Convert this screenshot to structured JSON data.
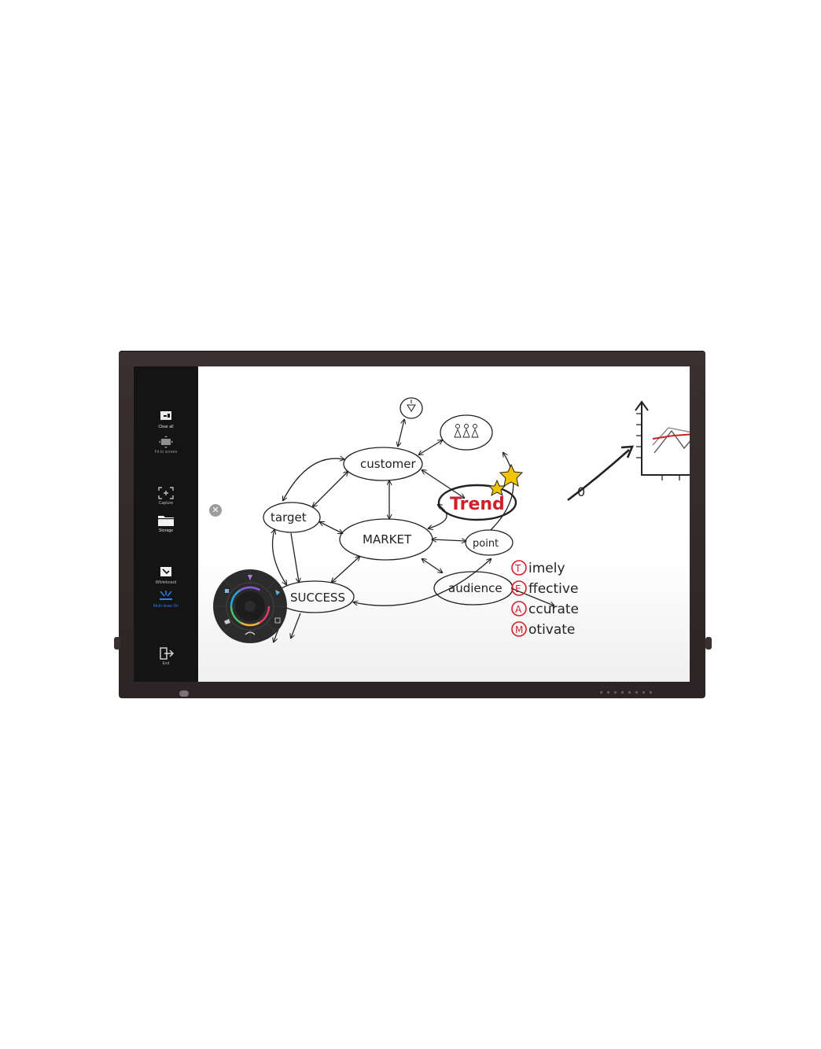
{
  "sidebar": {
    "tools": [
      {
        "label": "Clear all",
        "icon": "clear-all-icon"
      },
      {
        "label": "Fit to screen",
        "icon": "fit-to-screen-icon"
      },
      {
        "label": "Capture",
        "icon": "capture-icon"
      },
      {
        "label": "Storage",
        "icon": "folder-icon"
      },
      {
        "label": "Whiteboard",
        "icon": "whiteboard-icon"
      },
      {
        "label": "Multi draw On",
        "icon": "multi-draw-icon",
        "active": true
      },
      {
        "label": "Exit",
        "icon": "exit-icon"
      }
    ]
  },
  "close_glyph": "✕",
  "whiteboard": {
    "nodes": {
      "customer": "customer",
      "target": "target",
      "market": "MARKET",
      "trend": "Trend",
      "point": "point",
      "audience": "audience",
      "success": "SUCCESS"
    },
    "chart_zero": "0",
    "team": [
      {
        "letter": "T",
        "word": "imely"
      },
      {
        "letter": "E",
        "word": "ffective"
      },
      {
        "letter": "A",
        "word": "ccurate"
      },
      {
        "letter": "M",
        "word": "otivate"
      }
    ]
  },
  "colors": {
    "bezel": "#2f2728",
    "sidebar": "#141414",
    "active_label": "#2f7fe6",
    "accent_red": "#d1202a",
    "star": "#f5c400"
  }
}
